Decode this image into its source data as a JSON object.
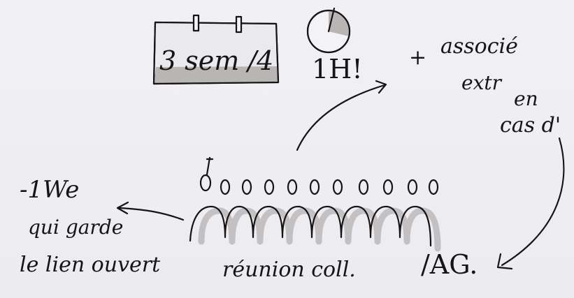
{
  "calendar": {
    "text": "3 sem /4"
  },
  "clock": {
    "text": "1H!"
  },
  "extra": {
    "plus": "+",
    "line1": "associé",
    "line2": "extr",
    "line3": "en",
    "line4": "cas d'"
  },
  "left_note": {
    "line1": "-1We",
    "line2": "qui garde",
    "line3": "le lien ouvert"
  },
  "meeting": {
    "label": "réunion coll."
  },
  "ag": {
    "label": "/AG."
  },
  "colors": {
    "ink": "#151515",
    "shade": "#b9b5b5",
    "paper": "#eeeef2"
  }
}
